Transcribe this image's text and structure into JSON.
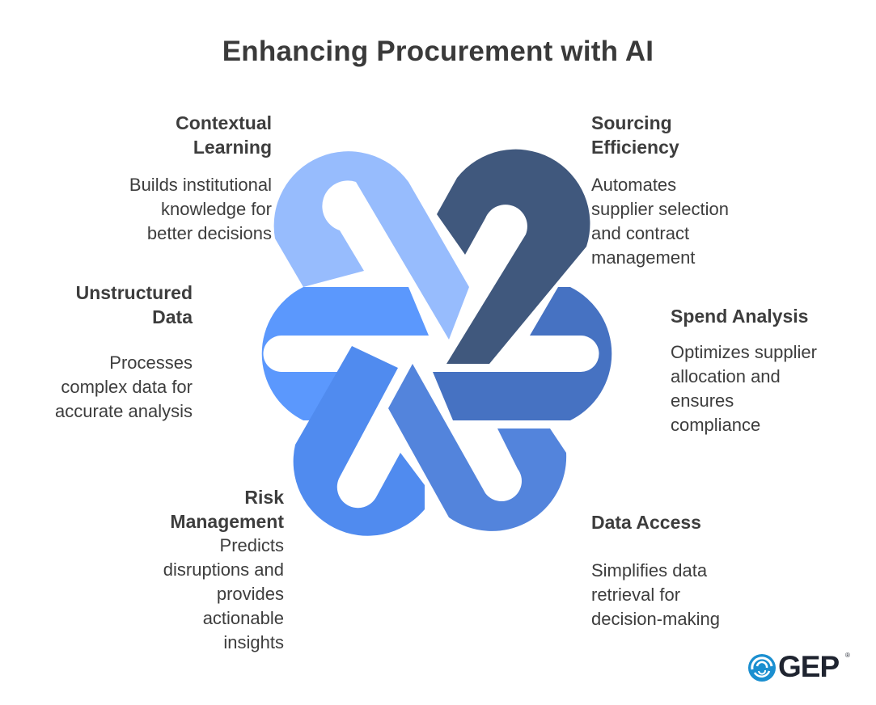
{
  "title": "Enhancing Procurement with AI",
  "items": [
    {
      "heading_line1": "Contextual",
      "heading_line2": "Learning",
      "description": [
        "Builds institutional",
        "knowledge for",
        "better decisions"
      ],
      "color": "#97bcfd"
    },
    {
      "heading_line1": "Sourcing",
      "heading_line2": "Efficiency",
      "description": [
        "Automates",
        "supplier selection",
        "and contract",
        "management"
      ],
      "color": "#40587d"
    },
    {
      "heading_line1": "Spend Analysis",
      "heading_line2": "",
      "description": [
        "Optimizes supplier",
        "allocation and",
        "ensures",
        "compliance"
      ],
      "color": "#4672c2"
    },
    {
      "heading_line1": "Data Access",
      "heading_line2": "",
      "description": [
        "Simplifies data",
        "retrieval for",
        "decision-making"
      ],
      "color": "#5384dc"
    },
    {
      "heading_line1": "Risk",
      "heading_line2": "Management",
      "description": [
        "Predicts",
        "disruptions and",
        "provides",
        "actionable",
        "insights"
      ],
      "color": "#508bef"
    },
    {
      "heading_line1": "Unstructured",
      "heading_line2": "Data",
      "description": [
        "Processes",
        "complex data for",
        "accurate analysis"
      ],
      "color": "#5b98fd"
    }
  ],
  "logo": {
    "text": "GEP",
    "registered": "®",
    "icon": "gep-swirl-icon"
  }
}
